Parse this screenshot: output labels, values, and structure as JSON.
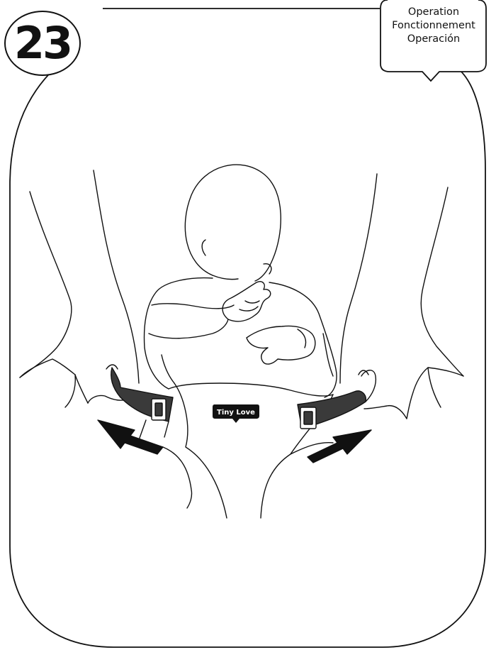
{
  "step": {
    "number": "23"
  },
  "callout": {
    "lines": [
      "Operation",
      "Fonctionnement",
      "Operación"
    ]
  },
  "brand": {
    "logo_text": "Tiny Love"
  },
  "colors": {
    "line": "#111111",
    "strap": "#3a3a3a",
    "background": "#ffffff"
  }
}
